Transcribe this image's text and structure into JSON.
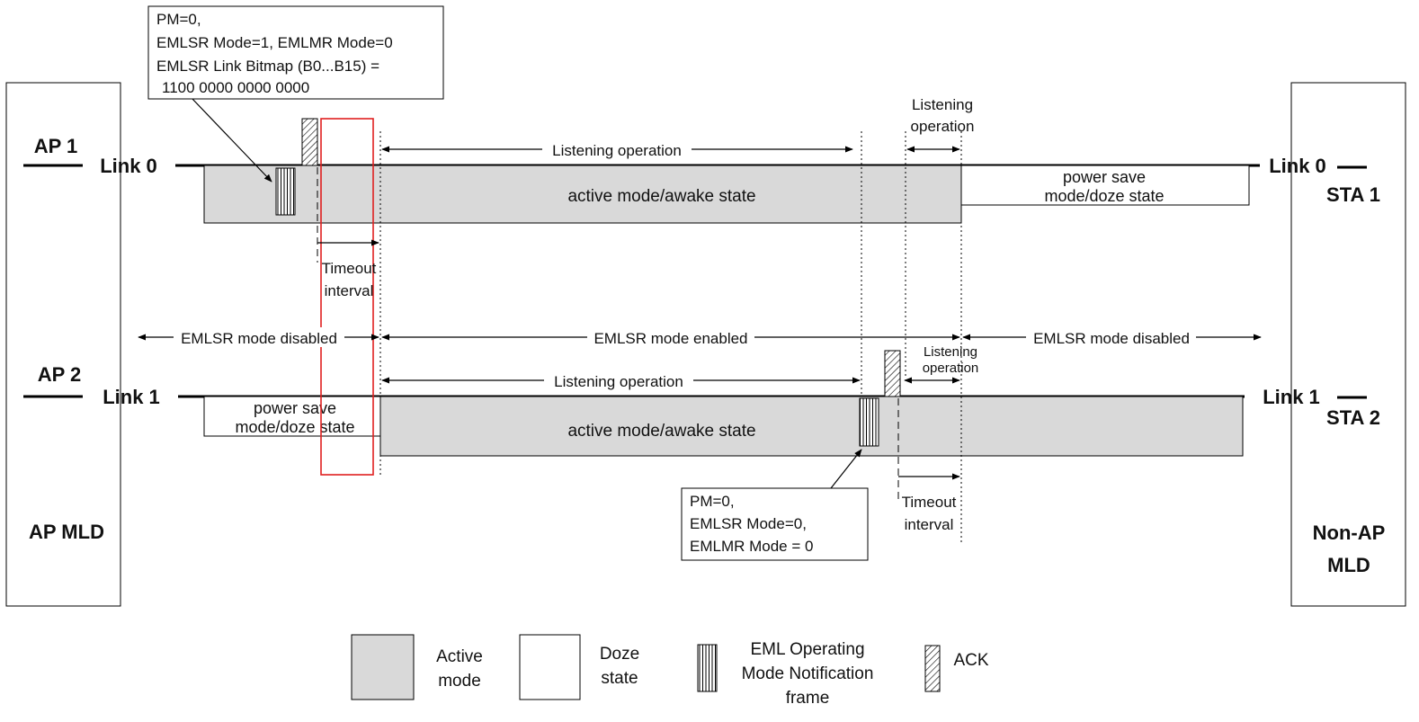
{
  "left_device": {
    "label": "AP MLD",
    "ap1": "AP 1",
    "ap2": "AP 2",
    "link0": "Link 0",
    "link1": "Link 1"
  },
  "right_device": {
    "label_line1": "Non-AP",
    "label_line2": "MLD",
    "sta1": "STA 1",
    "sta2": "STA 2",
    "link0": "Link 0",
    "link1": "Link 1"
  },
  "link0": {
    "active_label": "active mode/awake state",
    "doze_label_line1": "power save",
    "doze_label_line2": "mode/doze state",
    "listening": "Listening operation",
    "listening_short_line1": "Listening",
    "listening_short_line2": "operation",
    "timeout_line1": "Timeout",
    "timeout_line2": "interval"
  },
  "link1": {
    "active_label": "active mode/awake state",
    "doze_label_line1": "power save",
    "doze_label_line2": "mode/doze state",
    "listening": "Listening operation",
    "listening_short_line1": "Listening",
    "listening_short_line2": "operation",
    "timeout_line1": "Timeout",
    "timeout_line2": "interval"
  },
  "modes": {
    "disabled_left": "EMLSR mode disabled",
    "enabled": "EMLSR mode enabled",
    "disabled_right": "EMLSR mode disabled"
  },
  "callout_top": {
    "line1": "PM=0,",
    "line2": "EMLSR Mode=1, EMLMR Mode=0",
    "line3": "EMLSR Link Bitmap (B0...B15) =",
    "line4": "1100 0000 0000 0000"
  },
  "callout_bottom": {
    "line1": "PM=0,",
    "line2": "EMLSR Mode=0,",
    "line3": "EMLMR Mode = 0"
  },
  "legend": {
    "active_line1": "Active",
    "active_line2": "mode",
    "doze_line1": "Doze",
    "doze_line2": "state",
    "eml_line1": "EML Operating",
    "eml_line2": "Mode Notification",
    "eml_line3": "frame",
    "ack": "ACK"
  },
  "colors": {
    "active_fill": "#d9d9d9",
    "highlight": "#e02020",
    "stroke": "#000000"
  },
  "icons": {
    "eml_frame": "vertical-hatch-frame-icon",
    "ack": "diagonal-hatch-ack-icon"
  }
}
